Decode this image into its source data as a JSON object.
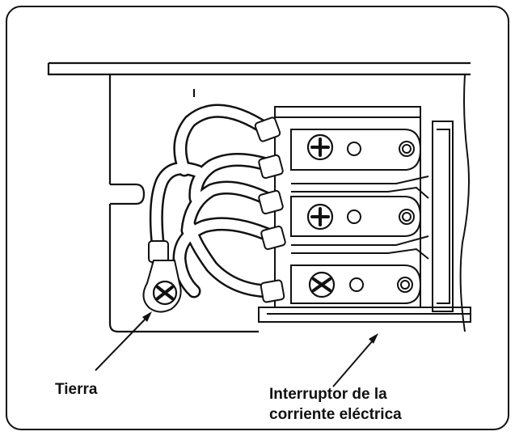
{
  "labels": {
    "ground": "Tierra",
    "switch_line1": "Interruptor de la",
    "switch_line2": "corriente eléctrica"
  }
}
